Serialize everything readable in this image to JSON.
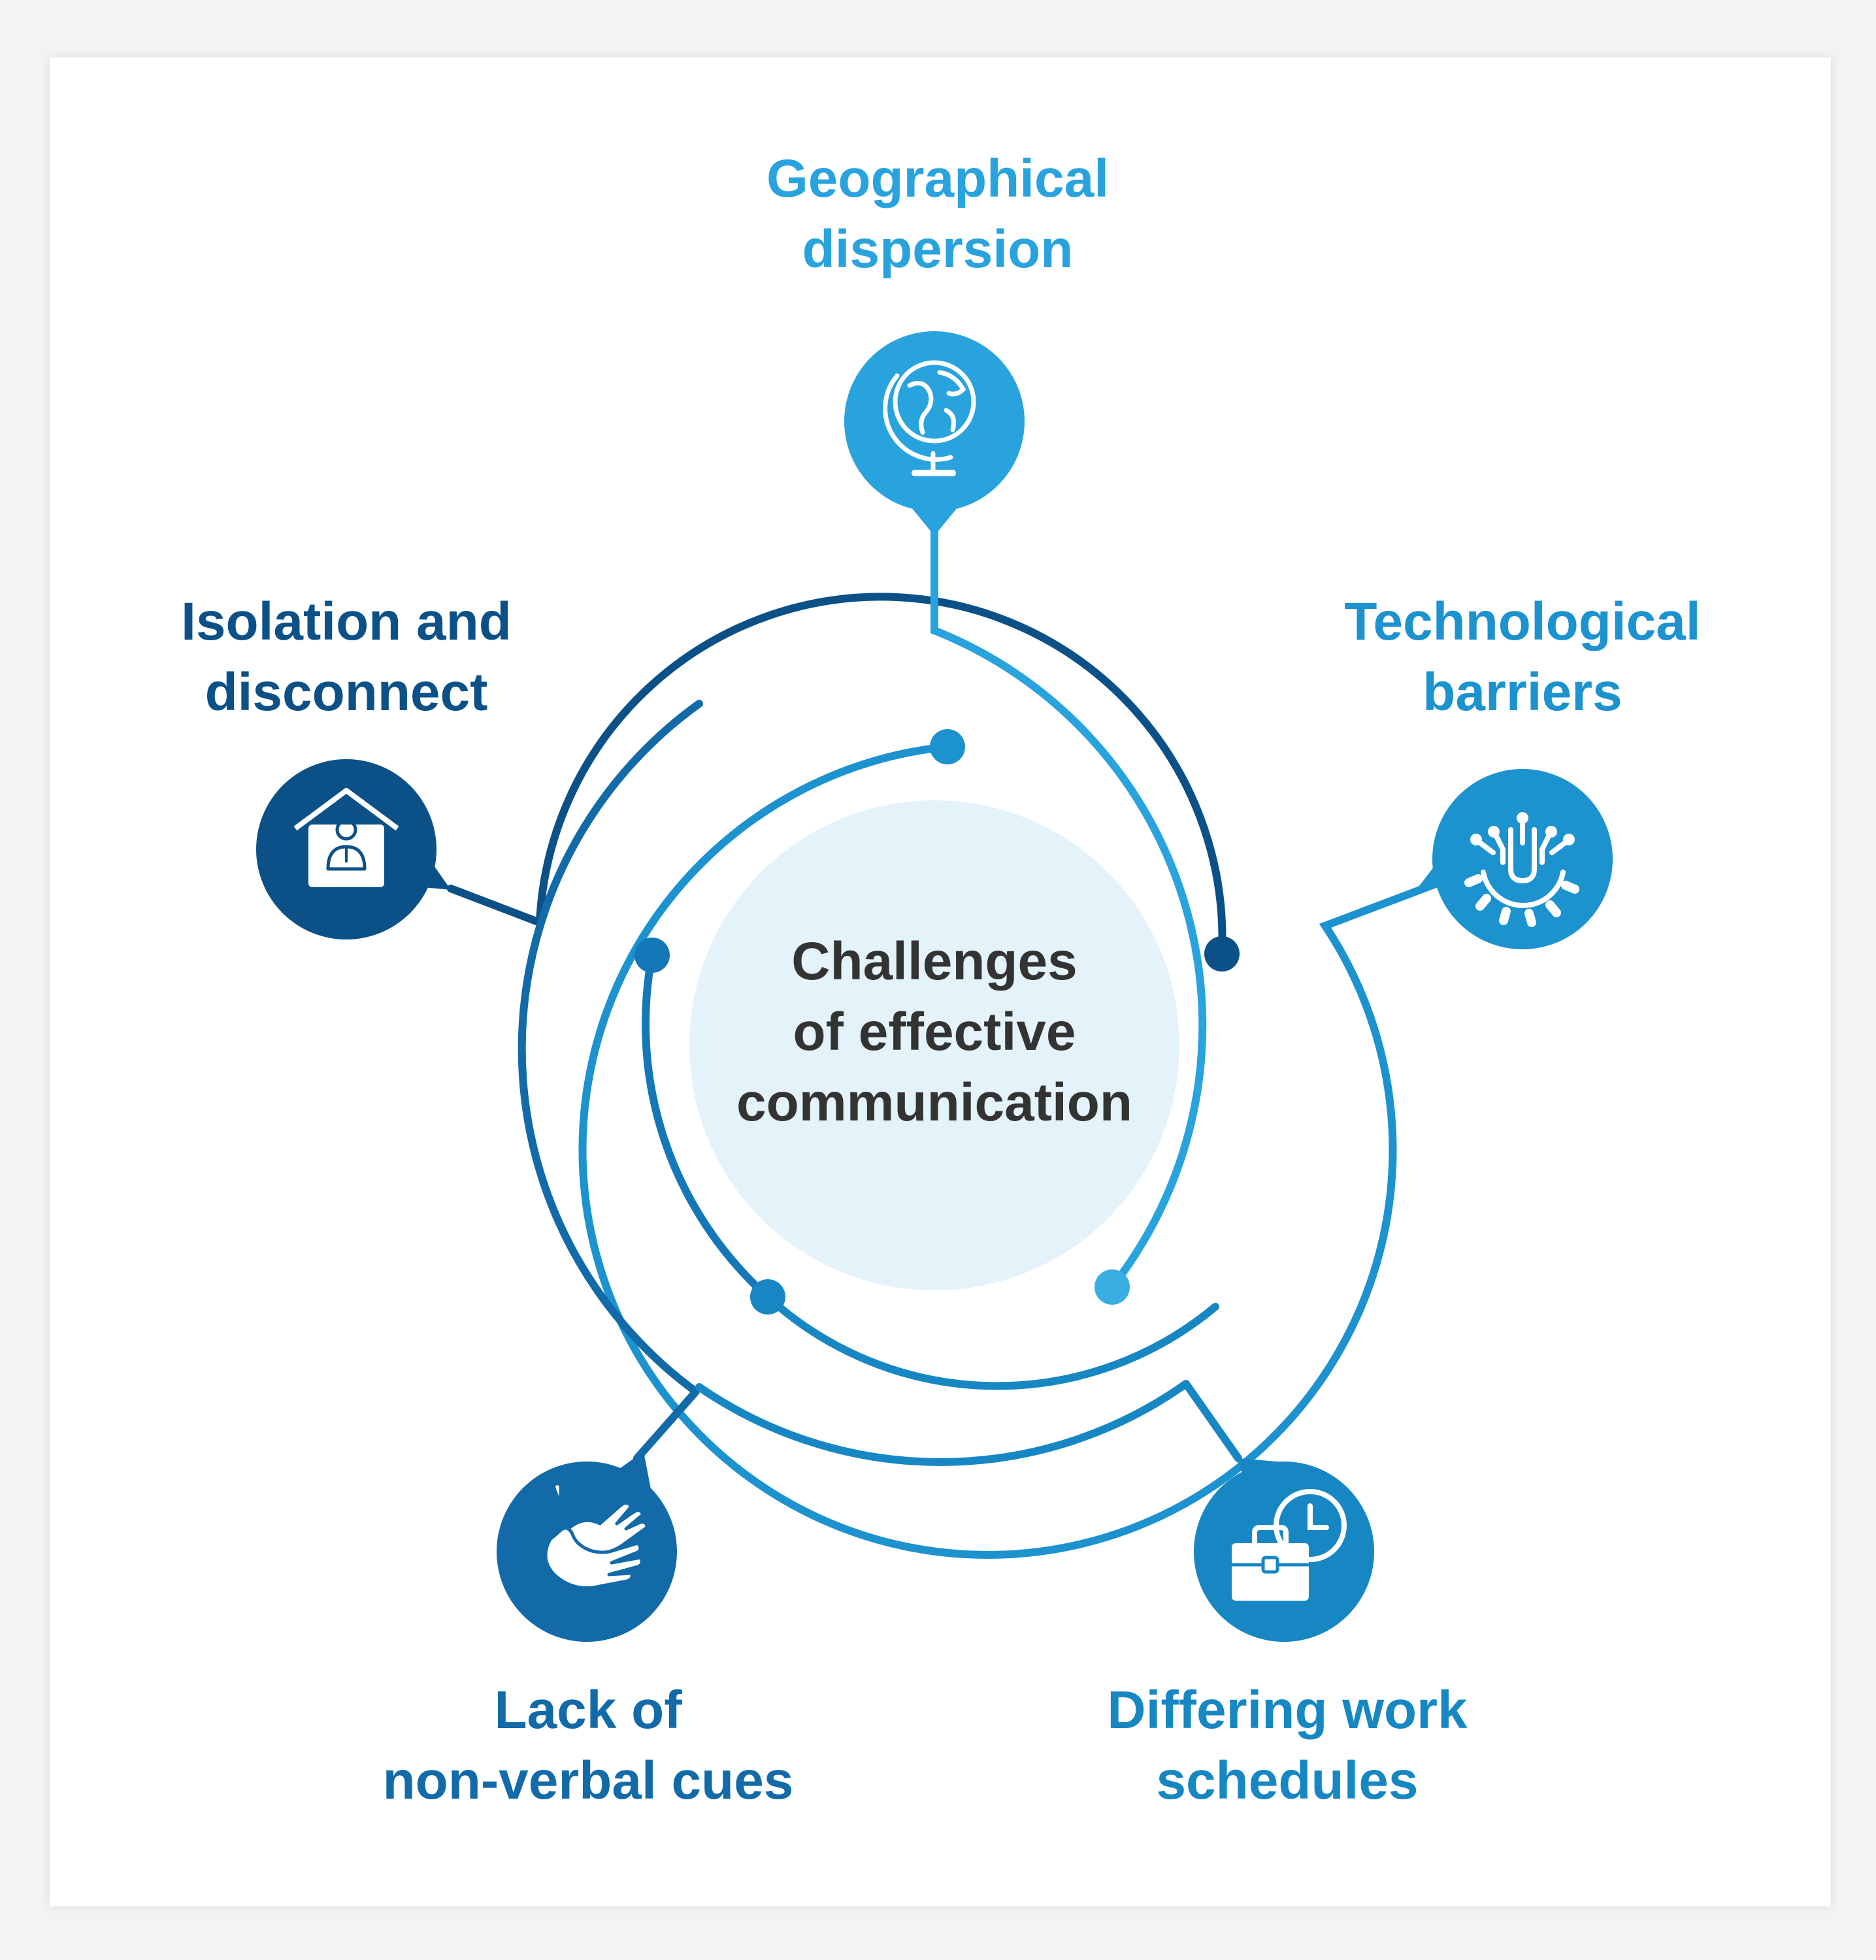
{
  "center": {
    "title": "Challenges\nof effective\ncommunication"
  },
  "nodes": [
    {
      "id": "geo",
      "label": "Geographical\ndispersion",
      "icon": "globe-icon"
    },
    {
      "id": "tech",
      "label": "Technological\nbarriers",
      "icon": "gear-circuit-icon"
    },
    {
      "id": "iso",
      "label": "Isolation and\ndisconnect",
      "icon": "home-user-icon"
    },
    {
      "id": "lack",
      "label": "Lack of\nnon-verbal cues",
      "icon": "hands-icon"
    },
    {
      "id": "diff",
      "label": "Differing work\nschedules",
      "icon": "briefcase-clock-icon"
    }
  ],
  "colors": {
    "geo": "#29a3dd",
    "tech": "#1c92cf",
    "iso": "#0b5187",
    "lack": "#126aa8",
    "diff": "#1787c3",
    "center_fill": "#e4f2fa",
    "center_text": "#333333"
  }
}
